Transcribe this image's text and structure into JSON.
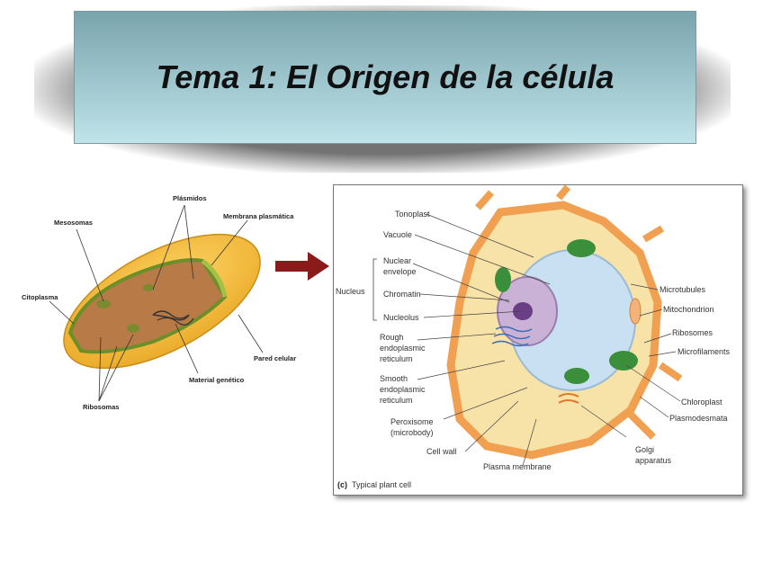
{
  "title": "Tema 1: El Origen de la célula",
  "bacteria": {
    "labels": {
      "plasmids": "Plásmidos",
      "mesosomes": "Mesosomas",
      "plasma_membrane": "Membrana plasmática",
      "cytoplasm": "Citoplasma",
      "cell_wall": "Pared celular",
      "genetic_material": "Material genético",
      "ribosomes": "Ribosomas"
    }
  },
  "plant": {
    "labels": {
      "tonoplast": "Tonoplast",
      "vacuole": "Vacuole",
      "nuclear_envelope_1": "Nuclear",
      "nuclear_envelope_2": "envelope",
      "nucleus": "Nucleus",
      "chromatin": "Chromatin",
      "nucleolus": "Nucleolus",
      "rough_er_1": "Rough",
      "rough_er_2": "endoplasmic",
      "rough_er_3": "reticulum",
      "smooth_er_1": "Smooth",
      "smooth_er_2": "endoplasmic",
      "smooth_er_3": "reticulum",
      "peroxisome_1": "Peroxisome",
      "peroxisome_2": "(microbody)",
      "cell_wall": "Cell wall",
      "plasma_membrane": "Plasma membrane",
      "golgi_1": "Golgi",
      "golgi_2": "apparatus",
      "plasmodesmata": "Plasmodesmata",
      "chloroplast": "Chloroplast",
      "microfilaments": "Microfilaments",
      "ribosomes": "Ribosomes",
      "mitochondrion": "Mitochondrion",
      "microtubules": "Microtubules"
    },
    "caption_letter": "(c)",
    "caption": "Typical plant cell"
  },
  "colors": {
    "arrow": "#8b1a1a",
    "title_top": "#7aa4ad",
    "title_bottom": "#bfe4ea"
  }
}
